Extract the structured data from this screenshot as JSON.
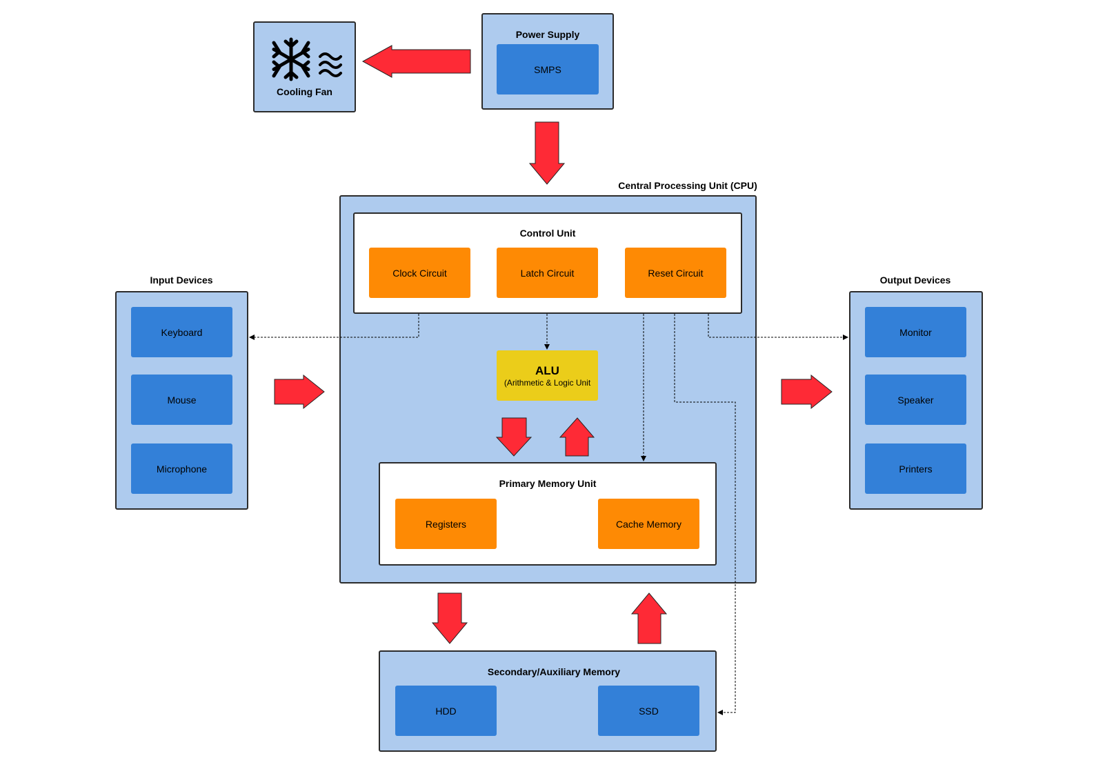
{
  "power_supply": {
    "title": "Power Supply",
    "component": "SMPS"
  },
  "cooling_fan": {
    "label": "Cooling Fan",
    "icons": [
      "snowflake-icon",
      "airflow-waves-icon"
    ]
  },
  "cpu": {
    "title": "Central Processing Unit (CPU)",
    "control_unit": {
      "title": "Control Unit",
      "components": [
        "Clock Circuit",
        "Latch Circuit",
        "Reset Circuit"
      ]
    },
    "alu": {
      "name": "ALU",
      "full_name": "(Arithmetic & Logic Unit"
    },
    "primary_memory": {
      "title": "Primary Memory Unit",
      "components": [
        "Registers",
        "Cache Memory"
      ]
    }
  },
  "input_devices": {
    "title": "Input Devices",
    "items": [
      "Keyboard",
      "Mouse",
      "Microphone"
    ]
  },
  "output_devices": {
    "title": "Output Devices",
    "items": [
      "Monitor",
      "Speaker",
      "Printers"
    ]
  },
  "secondary_memory": {
    "title": "Secondary/Auxiliary Memory",
    "items": [
      "HDD",
      "SSD"
    ]
  },
  "colors": {
    "panel_fill": "#aecbee",
    "device_fill": "#3380d8",
    "circuit_fill": "#fe8a04",
    "alu_fill": "#ebcd1a",
    "flow_arrow": "#fe2a36"
  }
}
